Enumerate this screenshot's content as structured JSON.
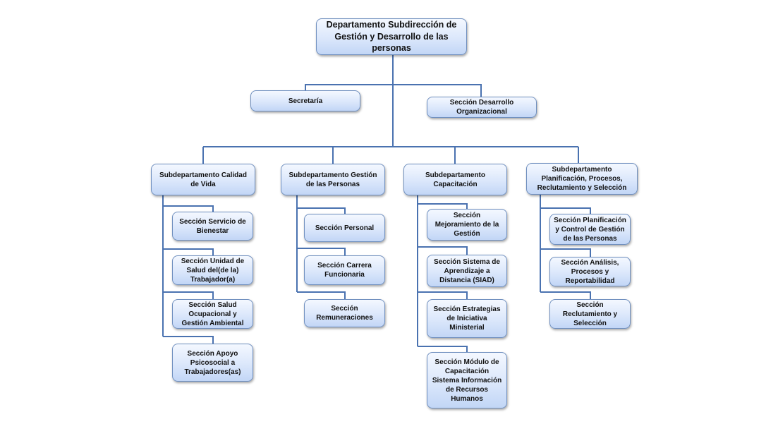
{
  "org_chart": {
    "root": "Departamento Subdirección de\nGestión y Desarrollo de las personas",
    "staff": {
      "secretaria": "Secretaría",
      "desarrollo": "Sección Desarrollo\nOrganizacional"
    },
    "sub1": {
      "title": "Subdepartamento Calidad\nde Vida",
      "sections": [
        "Sección Servicio de\nBienestar",
        "Sección Unidad de\nSalud del(de la)\nTrabajador(a)",
        "Sección Salud\nOcupacional y\nGestión Ambiental",
        "Sección Apoyo\nPsicosocial a\nTrabajadores(as)"
      ]
    },
    "sub2": {
      "title": "Subdepartamento Gestión\nde las Personas",
      "sections": [
        "Sección Personal",
        "Sección Carrera\nFuncionaria",
        "Sección\nRemuneraciones"
      ]
    },
    "sub3": {
      "title": "Subdepartamento\nCapacitación",
      "sections": [
        "Sección\nMejoramiento de la\nGestión",
        "Sección Sistema de\nAprendizaje a\nDistancia (SIAD)",
        "Sección Estrategias\nde Iniciativa\nMinisterial",
        "Sección Módulo de\nCapacitación\nSistema Información\nde Recursos\nHumanos"
      ]
    },
    "sub4": {
      "title": "Subdepartamento\nPlanificación, Procesos,\nReclutamiento y Selección",
      "sections": [
        "Sección Planificación\ny Control de Gestión\nde las Personas",
        "Sección Análisis,\nProcesos y\nReportabilidad",
        "Sección\nReclutamiento y\nSelección"
      ]
    }
  }
}
